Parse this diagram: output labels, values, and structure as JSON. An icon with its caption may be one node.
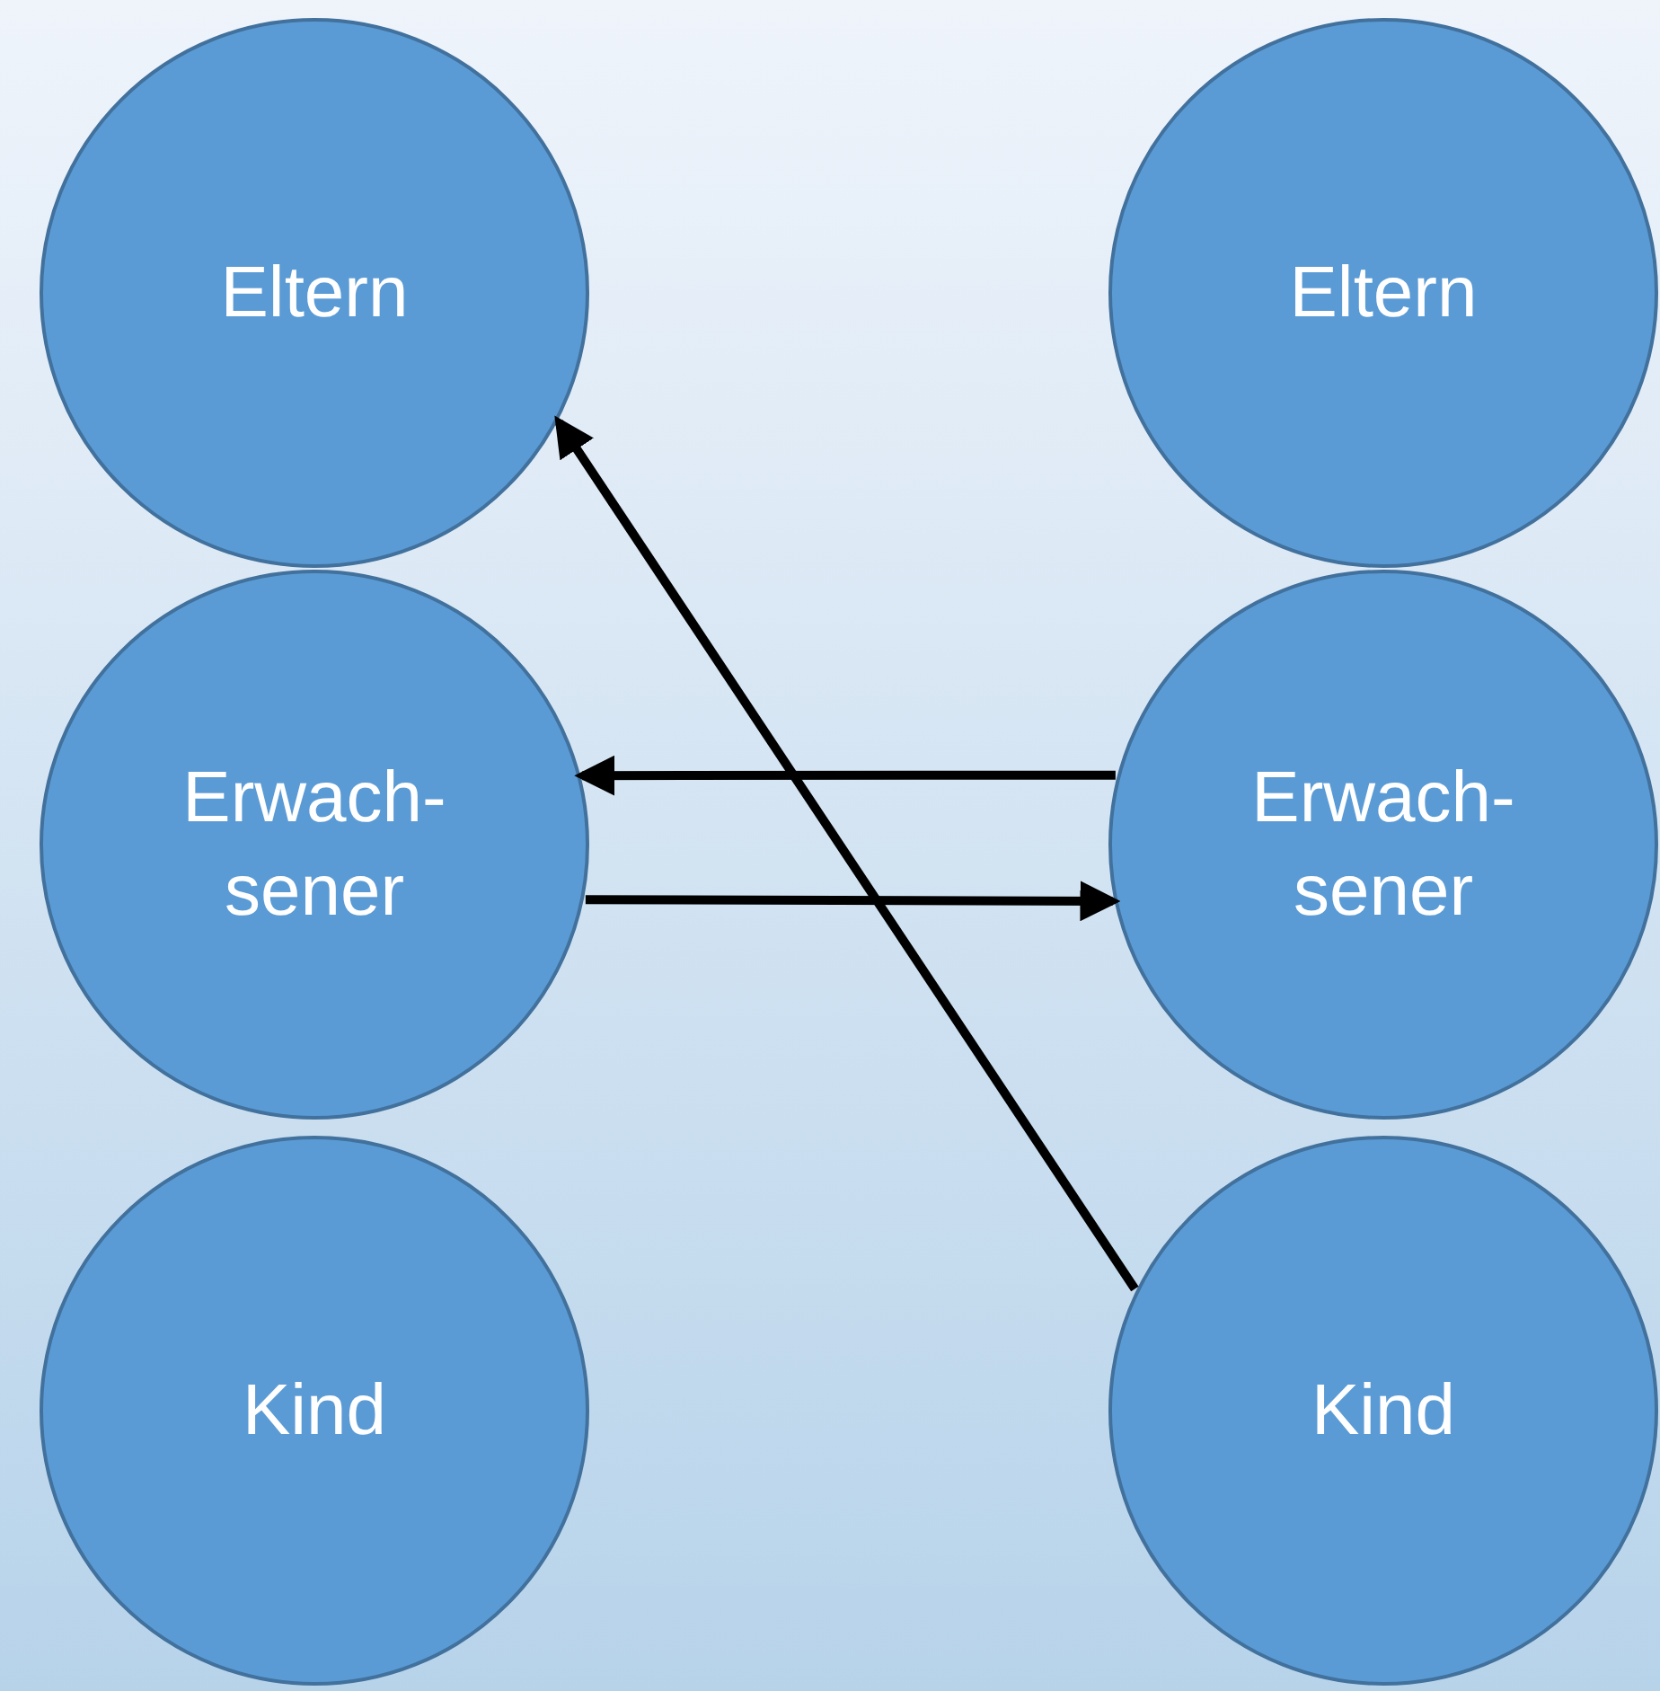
{
  "diagram": {
    "nodes": [
      {
        "text": [
          "Eltern"
        ]
      },
      {
        "text": [
          "Eltern"
        ]
      },
      {
        "text": [
          "Erwach- sener"
        ]
      },
      {
        "text": [
          "Erwach- sener"
        ]
      },
      {
        "text": [
          "Kind"
        ]
      },
      {
        "text": [
          "Kind"
        ]
      }
    ],
    "edges": [
      {
        "from": 3,
        "to": 2,
        "arrow": "to"
      },
      {
        "from": 2,
        "to": 3,
        "arrow": "to"
      },
      {
        "from": 5,
        "to": 0,
        "arrow": "to"
      }
    ]
  }
}
